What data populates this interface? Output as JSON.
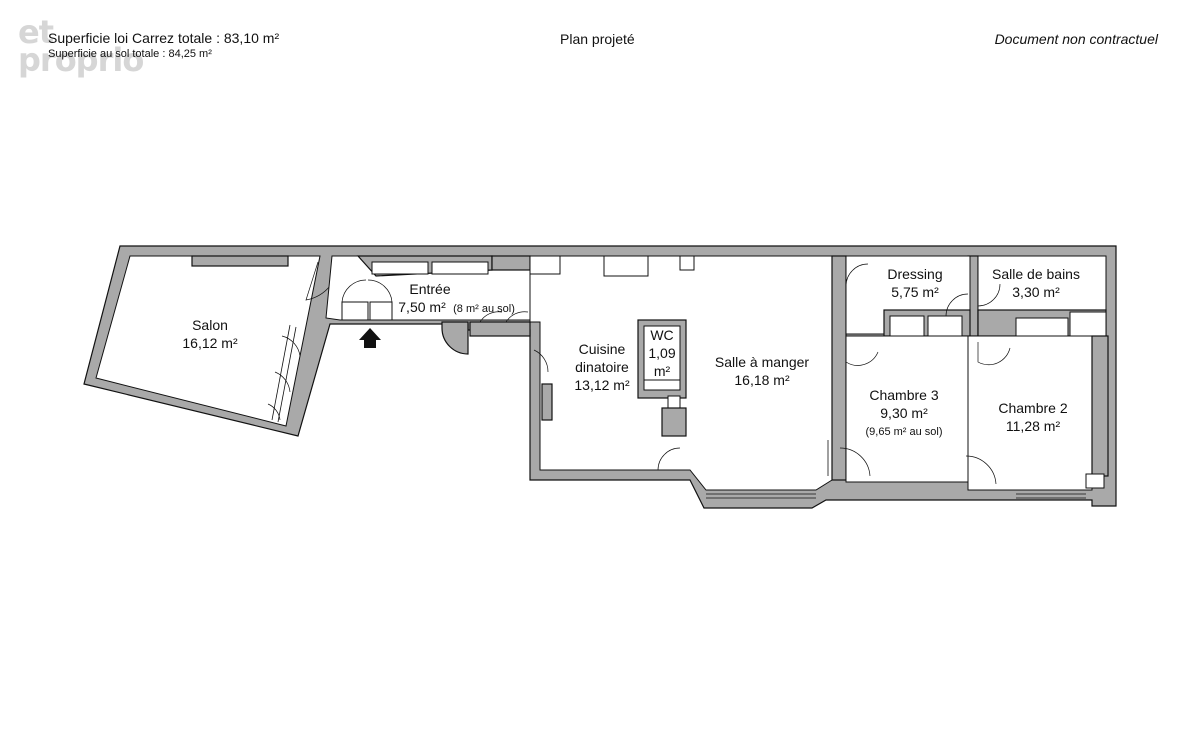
{
  "header": {
    "carrez_total": "Superficie loi Carrez totale :  83,10 m²",
    "sol_total": "Superficie au sol totale : 84,25 m²",
    "title": "Plan projeté",
    "disclaimer": "Document non contractuel"
  },
  "watermark": {
    "line1": "et",
    "line2": "proprio"
  },
  "rooms": {
    "salon": {
      "name": "Salon",
      "area": "16,12 m²"
    },
    "entree": {
      "name": "Entrée",
      "area": "7,50 m²",
      "note": "(8 m² au sol)"
    },
    "cuisine": {
      "name_line1": "Cuisine",
      "name_line2": "dinatoire",
      "area": "13,12 m²"
    },
    "wc": {
      "name": "WC",
      "area_line1": "1,09",
      "area_line2": "m²"
    },
    "salle_a_manger": {
      "name": "Salle à manger",
      "area": "16,18 m²"
    },
    "dressing": {
      "name": "Dressing",
      "area": "5,75 m²"
    },
    "salle_de_bains": {
      "name": "Salle de bains",
      "area": "3,30 m²"
    },
    "chambre3": {
      "name": "Chambre 3",
      "area": "9,30 m²",
      "note": "(9,65 m² au sol)"
    },
    "chambre2": {
      "name": "Chambre 2",
      "area": "11,28 m²"
    }
  },
  "colors": {
    "wall": "#a9a9a9",
    "wall_stroke": "#111111",
    "background": "#ffffff"
  },
  "icons": {
    "entrance": "entrance-arrow-icon"
  }
}
